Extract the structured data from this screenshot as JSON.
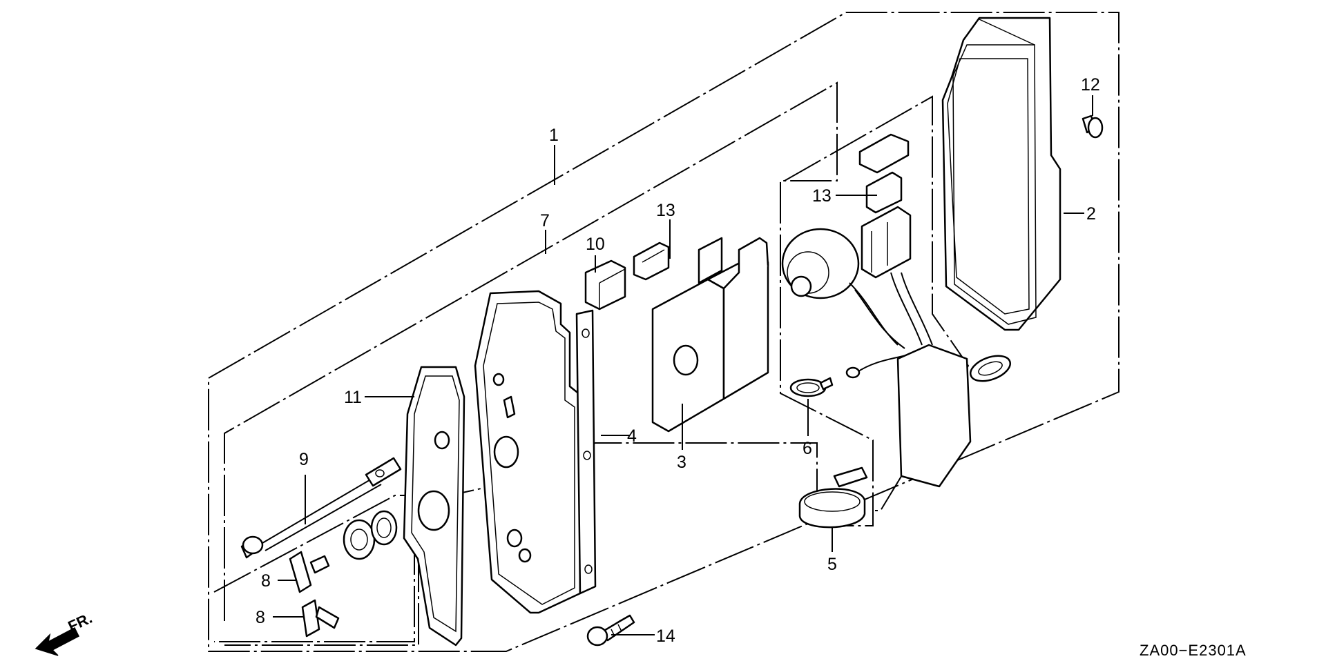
{
  "labels": {
    "l1": "1",
    "l2": "2",
    "l3": "3",
    "l4": "4",
    "l5": "5",
    "l6": "6",
    "l7": "7",
    "l8a": "8",
    "l8b": "8",
    "l9": "9",
    "l10": "10",
    "l11": "11",
    "l12": "12",
    "l13a": "13",
    "l13b": "13",
    "l14": "14"
  },
  "direction": "FR.",
  "diagram_code": "ZA00−E2301A",
  "icons": {
    "direction_arrow": "front-direction-arrow-icon"
  }
}
